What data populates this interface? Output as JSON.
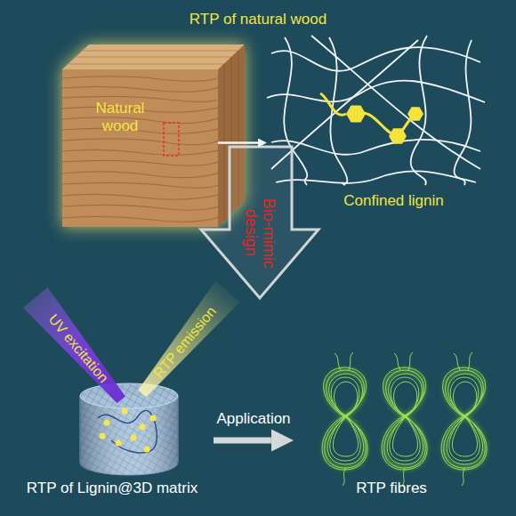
{
  "diagram": {
    "title": "RTP of natural wood",
    "nodes": [
      {
        "text": [
          "Natural wood"
        ]
      },
      {
        "text": [
          "Confined lignin"
        ]
      },
      {
        "text": [
          "Bio-mimic design"
        ]
      },
      {
        "text": [
          "UV excitation"
        ]
      },
      {
        "text": [
          "RTP emission"
        ]
      },
      {
        "text": [
          "RTP of Lignin@3D matrix"
        ]
      },
      {
        "text": [
          "RTP fibres"
        ]
      }
    ],
    "edges": [
      {
        "from": 0,
        "to": 1,
        "arrow": "to"
      },
      {
        "from": 5,
        "to": 6,
        "label": "Application",
        "arrow": "to"
      }
    ]
  }
}
